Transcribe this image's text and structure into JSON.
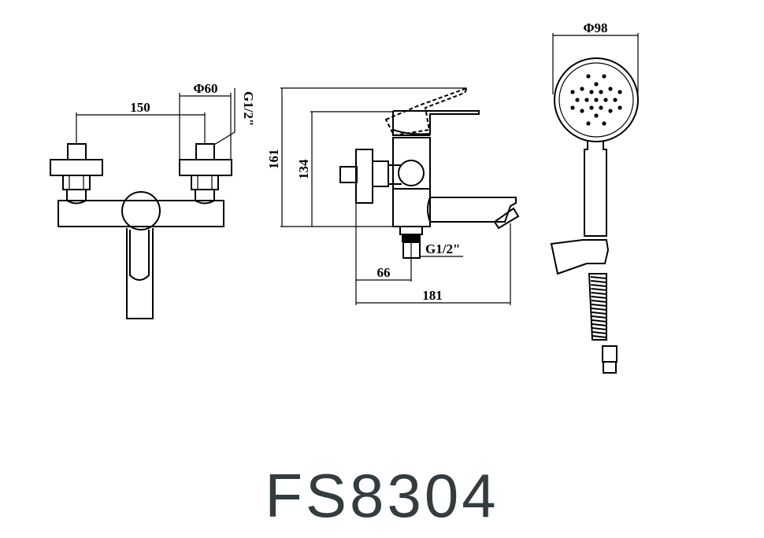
{
  "title": "FS8304",
  "front_view": {
    "dim_width": "150",
    "dim_diameter": "Φ60",
    "dim_thread": "G1/2\""
  },
  "side_view": {
    "dim_total_height": "161",
    "dim_body_height": "134",
    "dim_thread": "G1/2\"",
    "dim_offset": "66",
    "dim_length": "181"
  },
  "hand_shower": {
    "dim_diameter": "Φ98"
  }
}
